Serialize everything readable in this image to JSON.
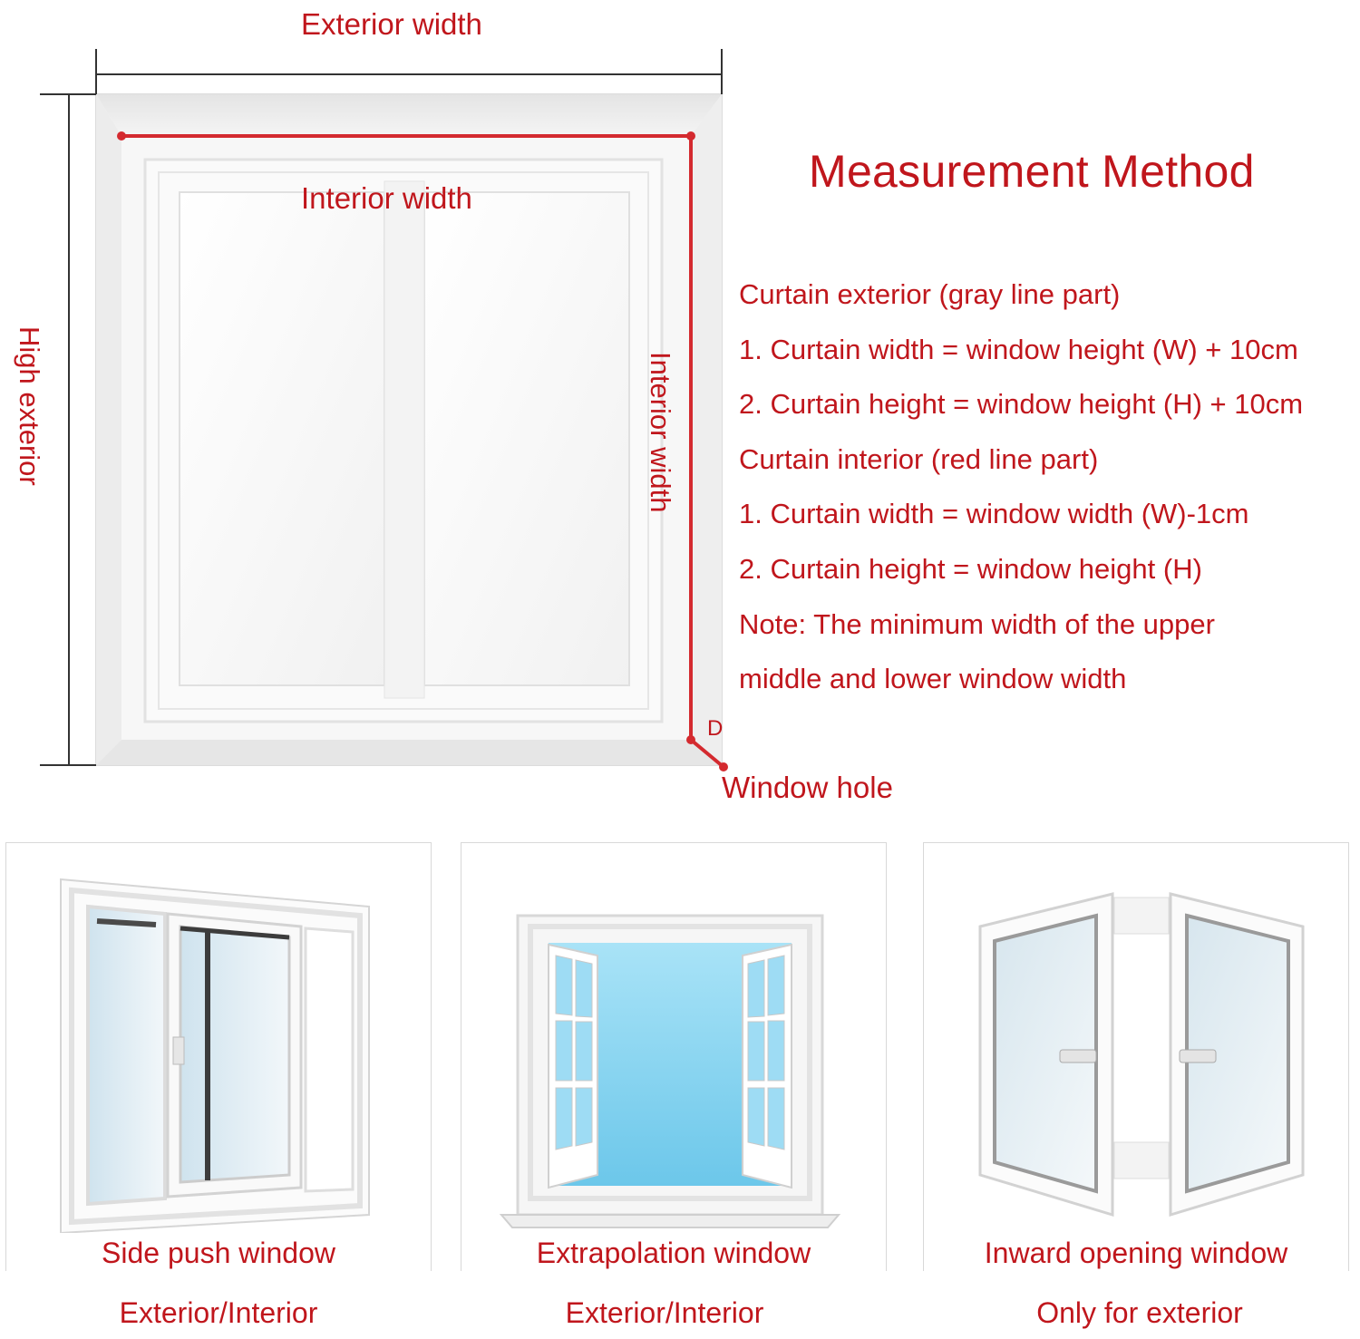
{
  "diagram": {
    "exterior_width_label": "Exterior width",
    "interior_width_label": "Interior width",
    "high_exterior_label": "High exterior",
    "interior_height_label": "Interior width",
    "corner_label": "D",
    "window_hole_label": "Window hole"
  },
  "method": {
    "title": "Measurement Method",
    "lines": [
      "Curtain exterior (gray line part)",
      "1. Curtain width = window height (W) + 10cm",
      "2. Curtain height = window height (H) + 10cm",
      "Curtain interior (red line part)",
      "1. Curtain width = window width (W)-1cm",
      "2. Curtain height = window height (H)",
      "Note: The minimum width of the upper",
      "middle and lower window width"
    ]
  },
  "window_types": [
    {
      "caption": "Side push window",
      "scope": "Exterior/Interior"
    },
    {
      "caption": "Extrapolation window",
      "scope": "Exterior/Interior"
    },
    {
      "caption": "Inward opening window",
      "scope": "Only for exterior"
    }
  ],
  "colors": {
    "accent_red": "#c0161c",
    "frame_gray": "#555555",
    "glass_blue": "#8fd6f2"
  }
}
